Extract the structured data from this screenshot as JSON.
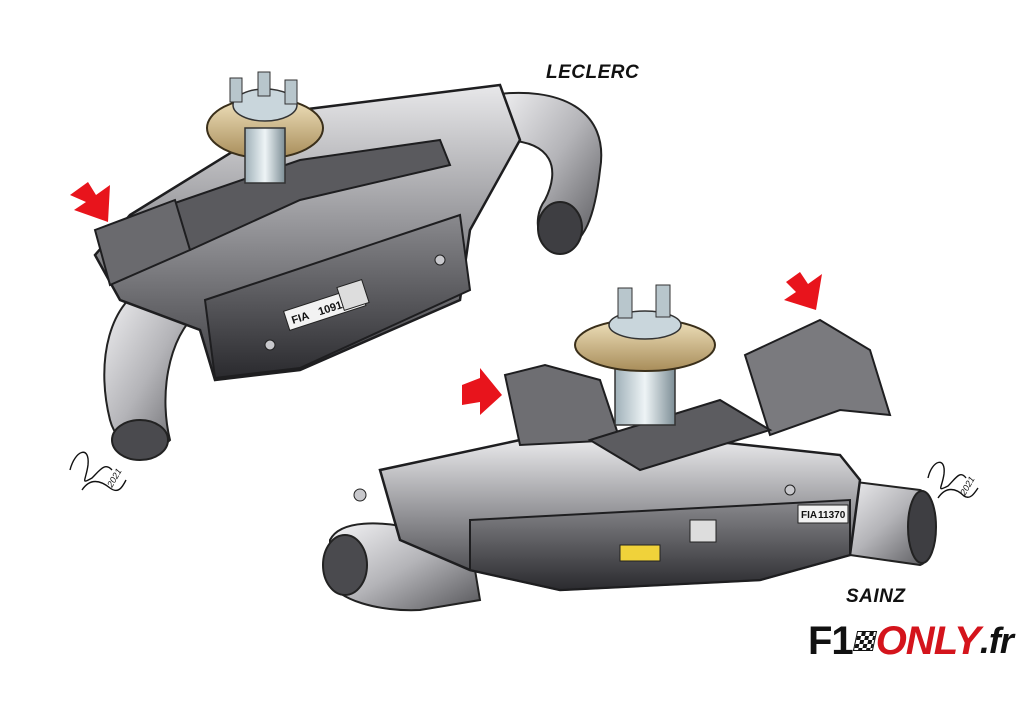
{
  "labels": {
    "top_driver": "LECLERC",
    "bottom_driver": "SAINZ"
  },
  "parts": {
    "leclerc_fia_tag": "FIA",
    "leclerc_serial": "10914",
    "sainz_fia_tag": "FIA",
    "sainz_serial": "11370"
  },
  "logo": {
    "prefix": "F1",
    "brand": "ONLY",
    "suffix": ".fr"
  },
  "signature": {
    "year": "2021"
  },
  "colors": {
    "arrow": "#e8141c",
    "metal_dark": "#3a3a3c",
    "metal_light": "#d8d8da",
    "bronze": "#d9c49a",
    "logo_red": "#d4141c"
  }
}
